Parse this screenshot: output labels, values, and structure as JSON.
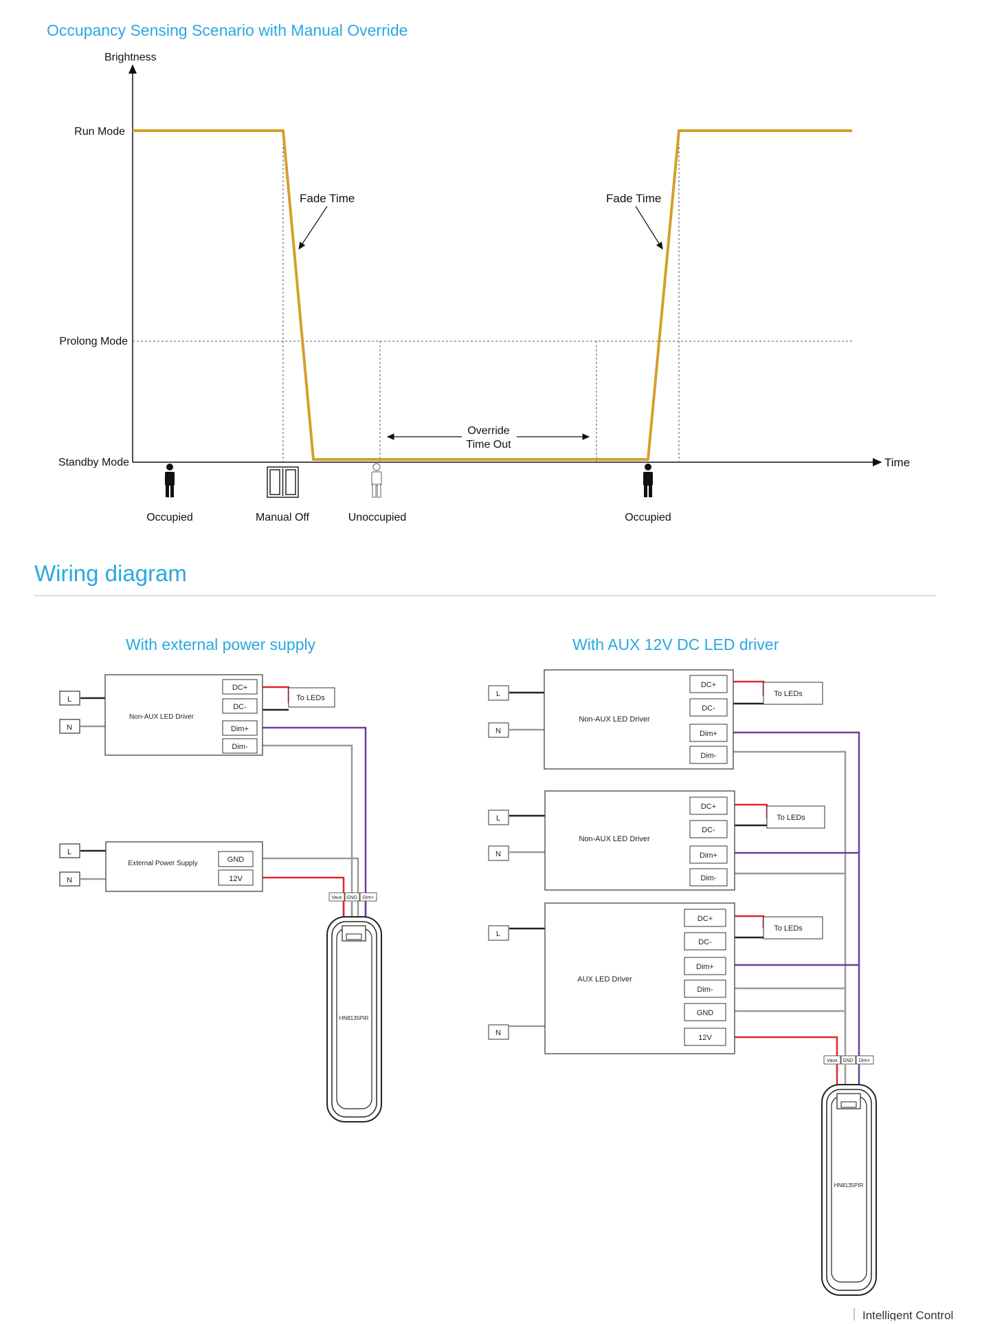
{
  "scenario": {
    "title": "Occupancy Sensing Scenario with Manual Override",
    "y_axis_label": "Brightness",
    "x_axis_label": "Time",
    "levels": {
      "run": "Run Mode",
      "prolong": "Prolong Mode",
      "standby": "Standby Mode"
    },
    "annotations": {
      "fade_time_1": "Fade Time",
      "fade_time_2": "Fade Time",
      "override_line1": "Override",
      "override_line2": "Time Out"
    },
    "events": {
      "occupied_1": "Occupied",
      "manual_off": "Manual Off",
      "unoccupied": "Unoccupied",
      "occupied_2": "Occupied"
    },
    "curve_color": "#d4a02a",
    "title_color": "#29a8e0"
  },
  "wiring": {
    "heading": "Wiring diagram",
    "left": {
      "title": "With external power supply",
      "driver": {
        "label": "Non-AUX  LED  Driver",
        "l": "L",
        "n": "N",
        "dc_plus": "DC+",
        "dc_minus": "DC-",
        "dim_plus": "Dim+",
        "dim_minus": "Dim-",
        "to_leds": "To LEDs"
      },
      "psu": {
        "label": "External Power Supply",
        "l": "L",
        "n": "N",
        "gnd": "GND",
        "v12": "12V"
      },
      "sensor": {
        "label": "HN8135PIR",
        "vaux": "Vaux",
        "gnd": "GND",
        "dim": "Dim+"
      }
    },
    "right": {
      "title": "With AUX 12V DC  LED driver",
      "driver1": {
        "label": "Non-AUX  LED Driver",
        "l": "L",
        "n": "N",
        "dc_plus": "DC+",
        "dc_minus": "DC-",
        "dim_plus": "Dim+",
        "dim_minus": "Dim-",
        "to_leds": "To LEDs"
      },
      "driver2": {
        "label": "Non-AUX  LED Driver",
        "l": "L",
        "n": "N",
        "dc_plus": "DC+",
        "dc_minus": "DC-",
        "dim_plus": "Dim+",
        "dim_minus": "Dim-",
        "to_leds": "To LEDs"
      },
      "driver3": {
        "label": "AUX  LED Driver",
        "l": "L",
        "n": "N",
        "dc_plus": "DC+",
        "dc_minus": "DC-",
        "dim_plus": "Dim+",
        "dim_minus": "Dim-",
        "gnd": "GND",
        "v12": "12V",
        "to_leds": "To LEDs"
      },
      "sensor": {
        "label": "HN8135PIR",
        "vaux": "Vaux",
        "gnd": "GND",
        "dim": "Dim+"
      }
    }
  },
  "footer": {
    "text": "Intelligent Control"
  },
  "colors": {
    "wire_red": "#e0262b",
    "wire_purple": "#6a3d9a",
    "wire_gray": "#9a9a9a",
    "wire_black": "#222222"
  }
}
